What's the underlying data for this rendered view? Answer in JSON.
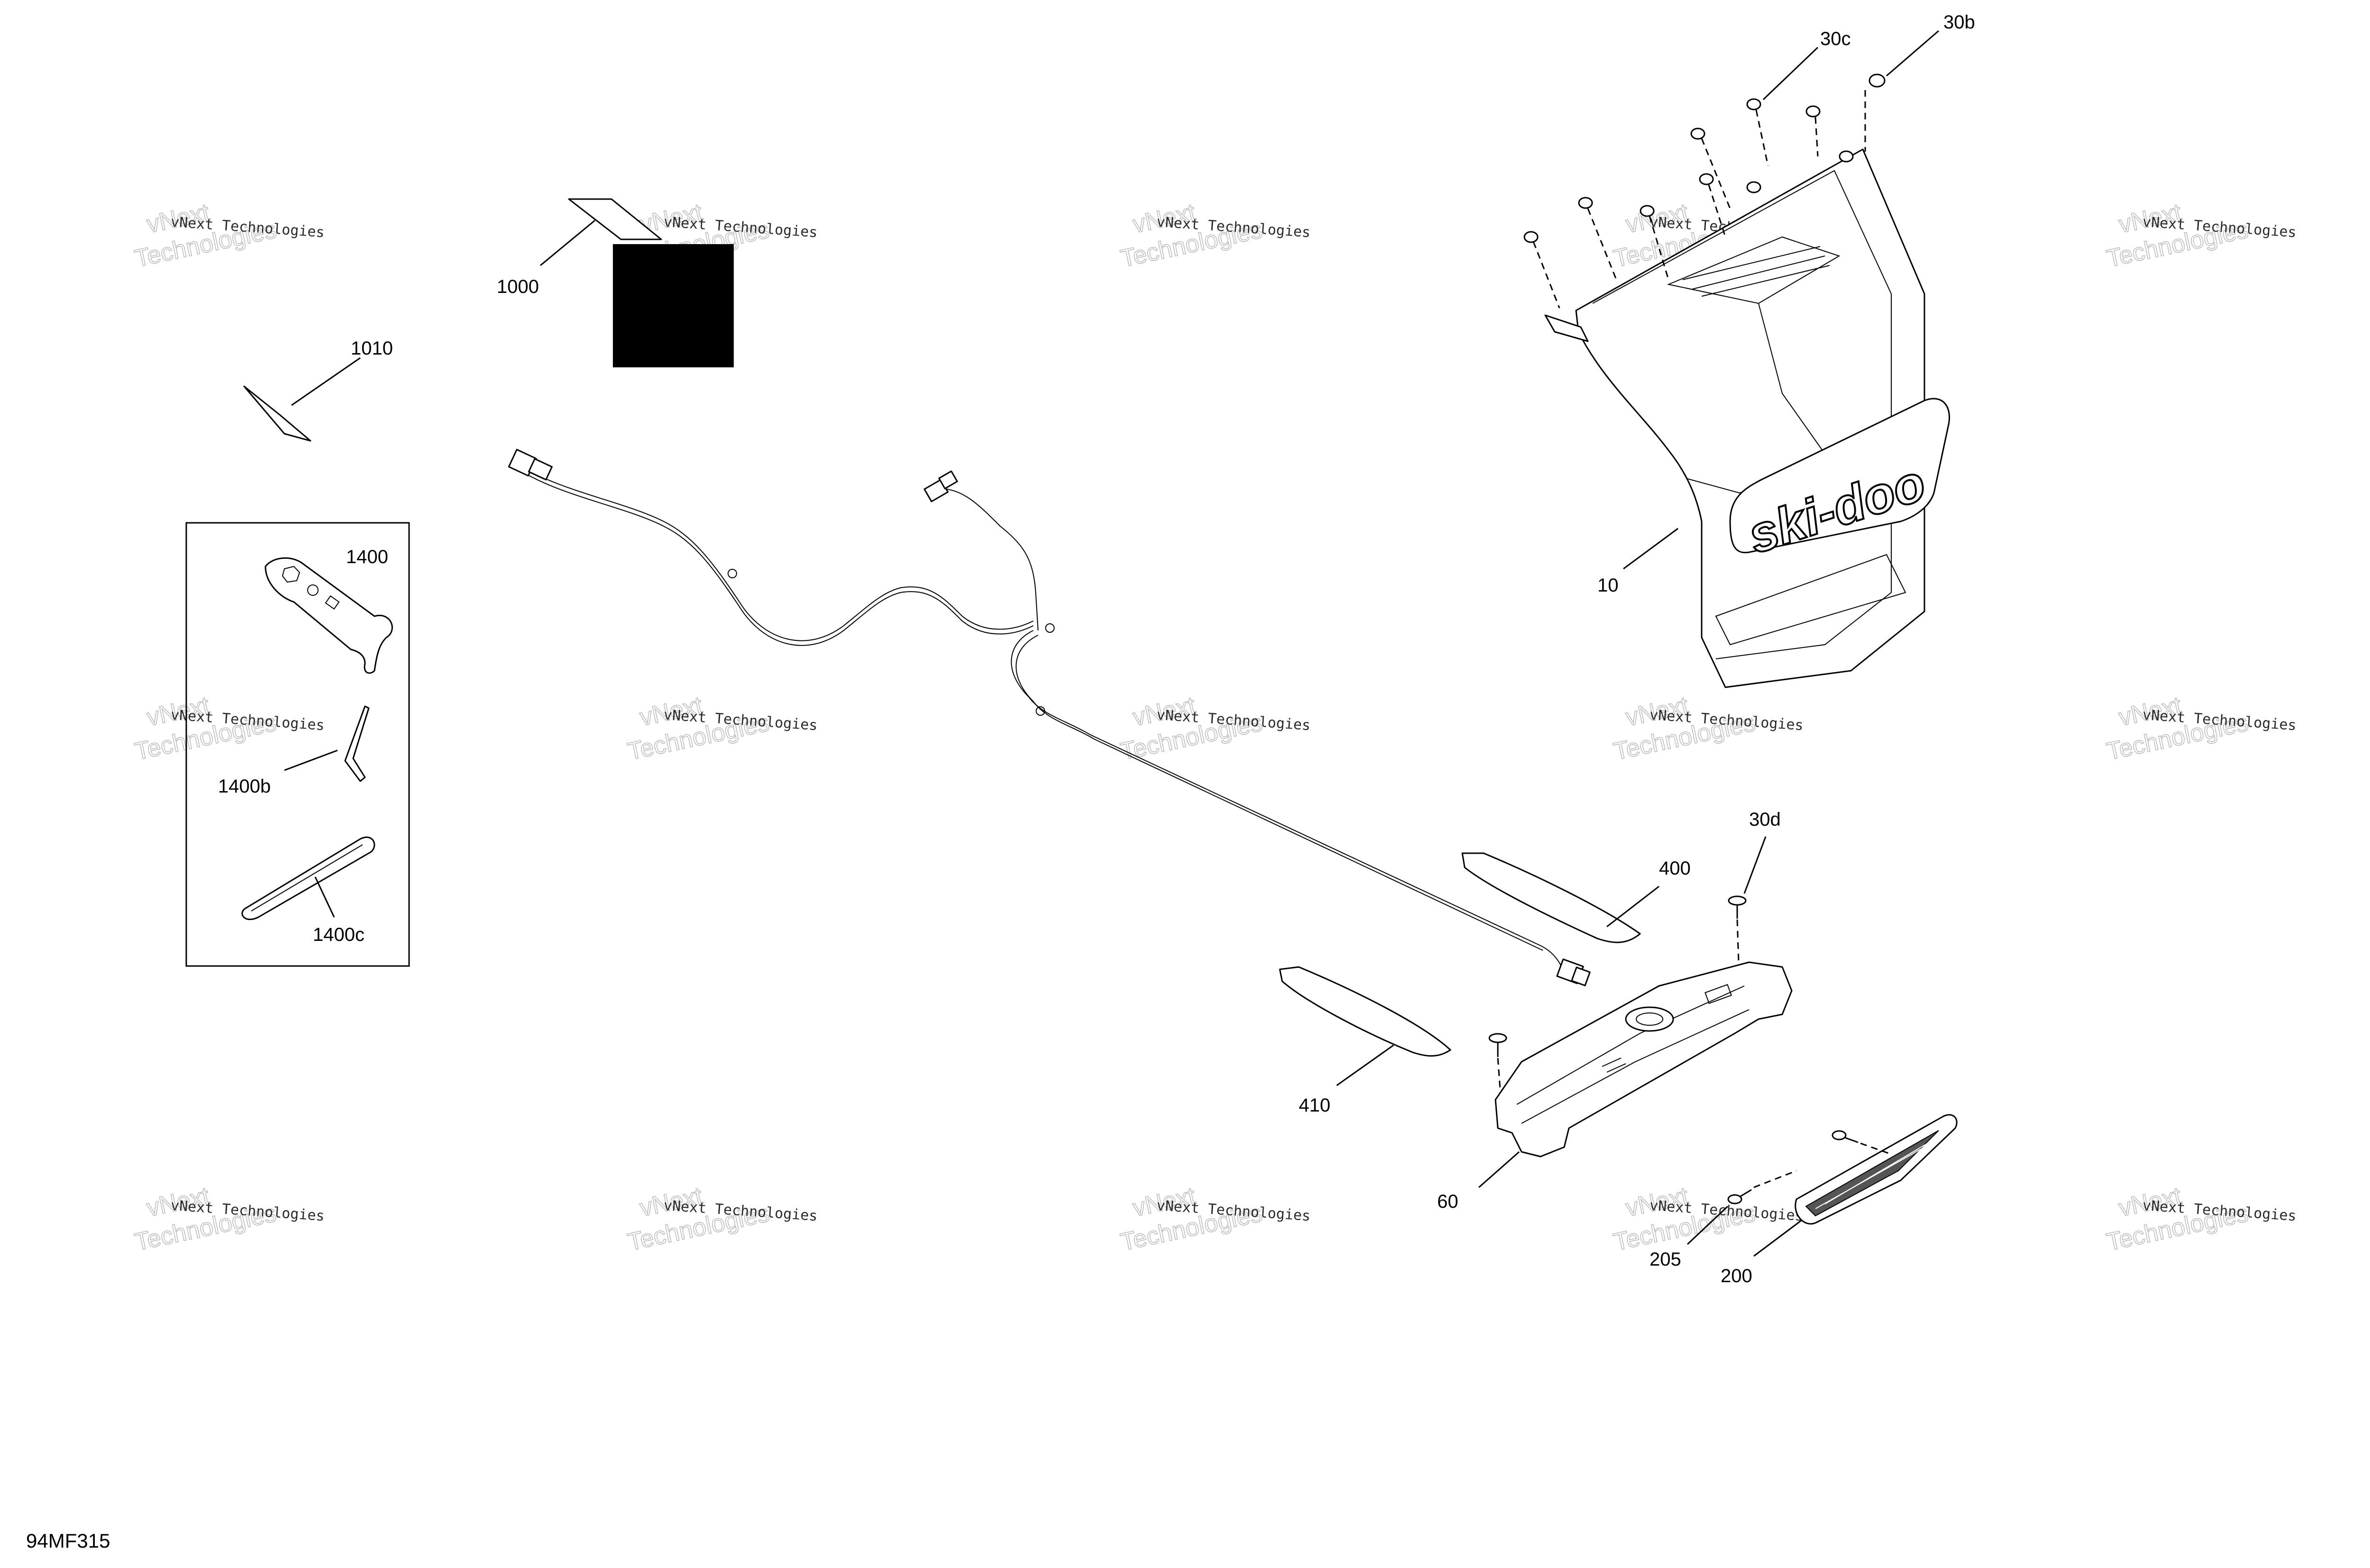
{
  "callouts": {
    "c1000": "1000",
    "c1010": "1010",
    "c1400": "1400",
    "c1400b": "1400b",
    "c1400c": "1400c",
    "c10": "10",
    "c30b": "30b",
    "c30c": "30c",
    "c30d": "30d",
    "c400": "400",
    "c410": "410",
    "c60": "60",
    "c200": "200",
    "c205": "205"
  },
  "figure_id": "94MF315",
  "watermark": {
    "line1": "vNext Technologies",
    "line2": "vNext",
    "line3": "Technologies"
  },
  "logo_text": "ski-doo"
}
